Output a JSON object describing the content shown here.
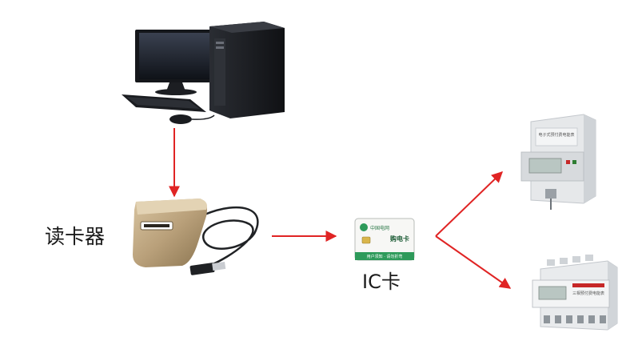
{
  "labels": {
    "reader": "读卡器",
    "card": "IC卡"
  },
  "card_text": {
    "brand": "中国电网",
    "title": "购电卡",
    "footer": "用户须知 · 请勿折弯"
  },
  "meter1_text": "电子式预付费电能表",
  "meter2_text": "三相预付费电能表",
  "icons": [
    "desktop-computer-icon",
    "card-reader-icon",
    "ic-card-icon",
    "single-phase-meter-icon",
    "three-phase-meter-icon"
  ],
  "colors": {
    "arrow": "#e02424",
    "label": "#1a1a1a",
    "card_green": "#2e9a5a",
    "reader_gold": "#b9a07a"
  }
}
